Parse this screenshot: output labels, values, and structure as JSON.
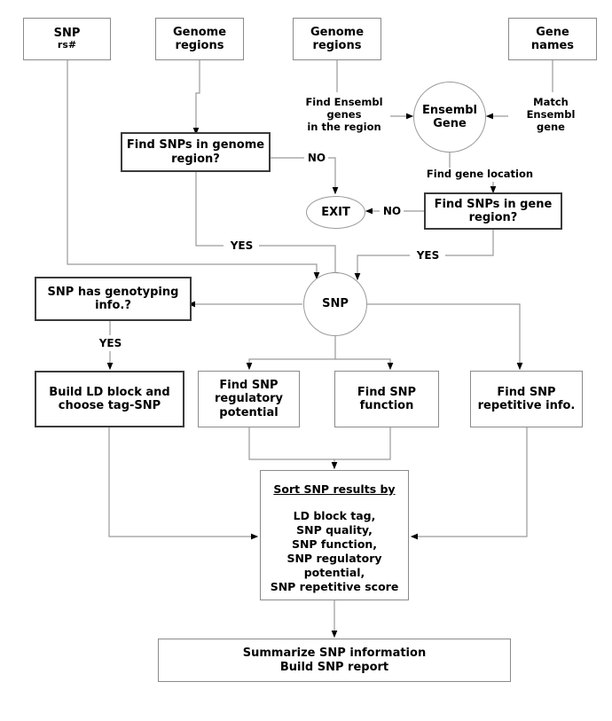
{
  "diagram": {
    "title": "SNP analysis pipeline flowchart",
    "colors": {
      "box_border": "#8a8a8a",
      "box_border_dark": "#3a3a3a",
      "wire": "#9a9a9a",
      "arrowhead": "#000000",
      "text": "#000000",
      "background": "#ffffff"
    },
    "nodes": {
      "snp_input": {
        "line1": "SNP",
        "line2": "rs#"
      },
      "genome_regions_left": {
        "text": "Genome\nregions"
      },
      "genome_regions_mid": {
        "text": "Genome\nregions"
      },
      "gene_names": {
        "text": "Gene\nnames"
      },
      "ensembl_gene": {
        "text": "Ensembl\nGene"
      },
      "find_snps_genome": {
        "text": "Find SNPs in genome\nregion?"
      },
      "find_snps_gene": {
        "text": "Find SNPs in gene\nregion?"
      },
      "exit": {
        "text": "EXIT"
      },
      "snp_hub": {
        "text": "SNP"
      },
      "snp_genotyping": {
        "text": "SNP has genotyping\ninfo.?"
      },
      "build_ld_block": {
        "text": "Build LD block and\nchoose tag-SNP"
      },
      "find_regulatory": {
        "text": "Find SNP\nregulatory\npotential"
      },
      "find_function": {
        "text": "Find SNP\nfunction"
      },
      "find_repetitive": {
        "text": "Find SNP\nrepetitive info."
      },
      "sort_results": {
        "heading": "Sort SNP results by",
        "items": "LD block tag,\nSNP quality,\nSNP function,\nSNP regulatory\npotential,\nSNP repetitive score"
      },
      "summarize": {
        "text": "Summarize SNP information\nBuild SNP report"
      }
    },
    "edge_labels": {
      "find_ensembl_genes": "Find Ensembl\ngenes\nin the region",
      "match_ensembl_gene": "Match\nEnsembl\ngene",
      "find_gene_location": "Find gene location",
      "no_genome_region": "NO",
      "no_gene_region": "NO",
      "yes_genome_region": "YES",
      "yes_gene_region": "YES",
      "yes_genotyping": "YES"
    }
  }
}
